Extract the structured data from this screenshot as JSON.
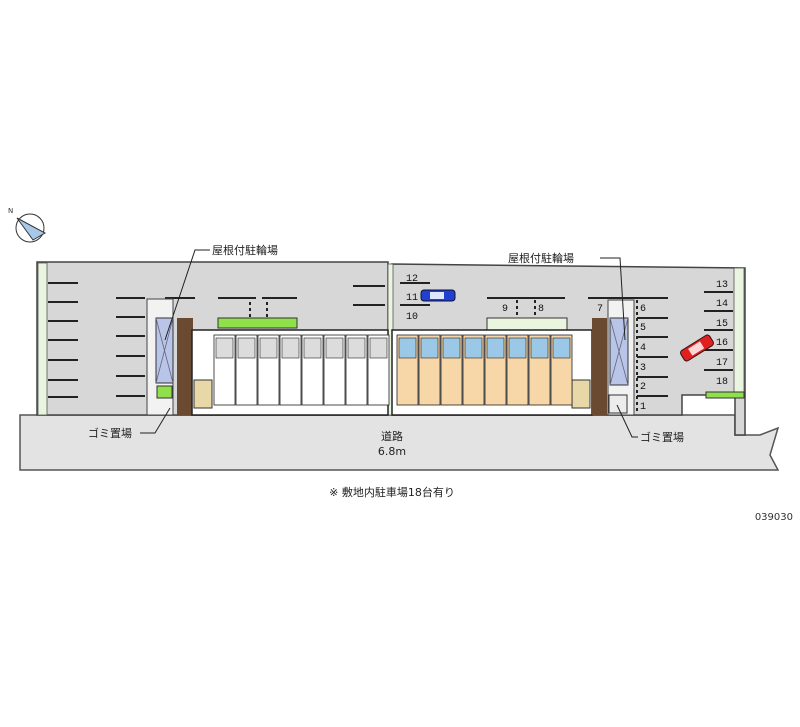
{
  "labels": {
    "bike_shelter_left": "屋根付駐輪場",
    "bike_shelter_right": "屋根付駐輪場",
    "trash_left": "ゴミ置場",
    "trash_right": "ゴミ置場",
    "road_name": "道路",
    "road_width": "6.8m",
    "note": "※ 敷地内駐車場18台有り",
    "code": "039030",
    "compass": "N"
  },
  "parking_numbers": [
    "1",
    "2",
    "3",
    "4",
    "5",
    "6",
    "7",
    "8",
    "9",
    "10",
    "11",
    "12",
    "13",
    "14",
    "15",
    "16",
    "17",
    "18"
  ],
  "colors": {
    "lot": "#d7d7d7",
    "road": "#e3e3e3",
    "green": "#8fe04a",
    "brown": "#6a4a30",
    "shelter": "#b8c4e8",
    "unit_floor": "#f7d7a8",
    "car_blue": "#2040d0",
    "car_red": "#e02020"
  }
}
